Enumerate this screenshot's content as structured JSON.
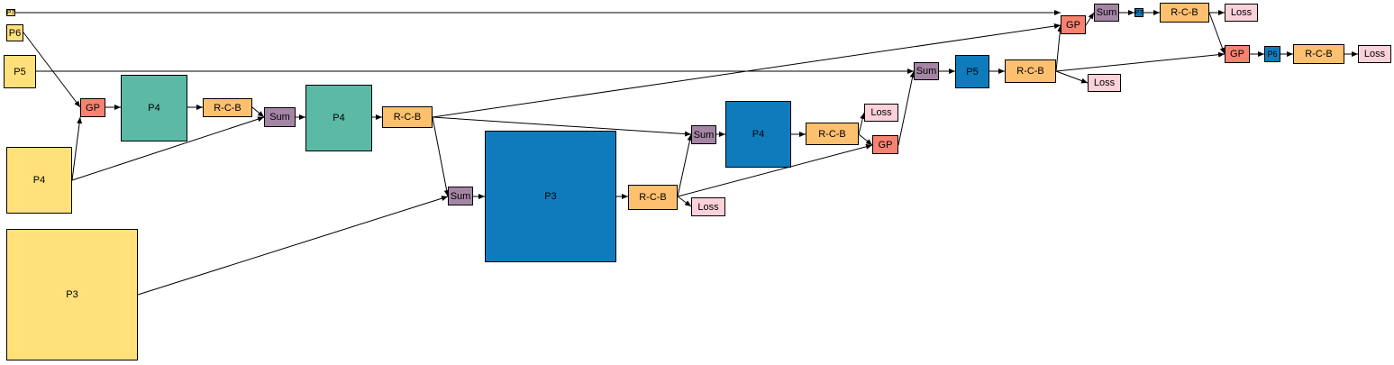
{
  "colors": {
    "input": "#FFE07A",
    "mid": "#5BB9A6",
    "feat": "#0F7BBD",
    "rcb": "#FDC06F",
    "gp": "#F88271",
    "sum": "#A585A6",
    "loss": "#FBD1DA",
    "line": "#000000"
  },
  "labels": {
    "in_p7": "P7",
    "in_p6": "P6",
    "in_p5": "P5",
    "in_p4": "P4",
    "in_p3": "P3",
    "gp_1": "GP",
    "mid_p4_1": "P4",
    "rcb_1": "R-C-B",
    "sum_1": "Sum",
    "mid_p4_2": "P4",
    "rcb_2": "R-C-B",
    "sum_p3": "Sum",
    "feat_p3": "P3",
    "rcb_p3": "R-C-B",
    "loss_p3": "Loss",
    "sum_p4": "Sum",
    "feat_p4": "P4",
    "rcb_p4": "R-C-B",
    "loss_p4": "Loss",
    "gp_p4": "GP",
    "sum_p5": "Sum",
    "feat_p5": "P5",
    "rcb_p5": "R-C-B",
    "loss_p5": "Loss",
    "gp_p7": "GP",
    "sum_p7": "Sum",
    "feat_p7": "P7",
    "rcb_p7": "R-C-B",
    "loss_p7": "Loss",
    "gp_p6": "GP",
    "feat_p6": "P6",
    "rcb_p6": "R-C-B",
    "loss_p6": "Loss"
  }
}
